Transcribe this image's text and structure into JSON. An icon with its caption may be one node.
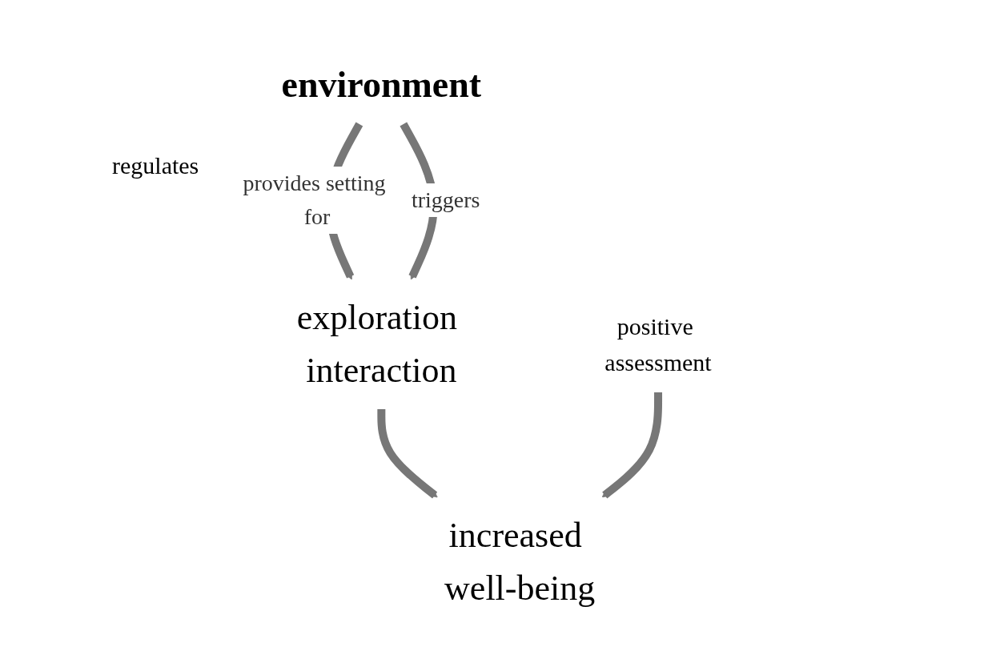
{
  "diagram": {
    "nodes": [
      {
        "text": [
          "environment"
        ]
      },
      {
        "text": [
          "exploration interaction"
        ]
      },
      {
        "text": [
          "positive assessment"
        ]
      },
      {
        "text": [
          "increased well-being"
        ]
      }
    ],
    "edges": [
      {
        "from": 0,
        "to": 1,
        "arrow": "to",
        "label": "provides setting for"
      },
      {
        "from": 0,
        "to": 1,
        "arrow": "to",
        "label": "triggers"
      },
      {
        "from": 1,
        "to": 3,
        "arrow": "to"
      },
      {
        "from": 2,
        "to": 3,
        "arrow": "to"
      }
    ],
    "labels": [
      "regulates"
    ]
  }
}
